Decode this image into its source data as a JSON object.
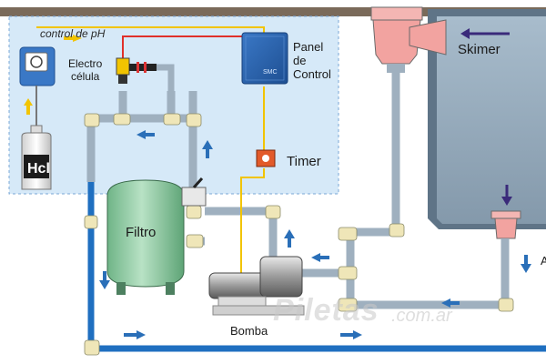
{
  "labels": {
    "control_ph": "control de pH",
    "electro_celula_1": "Electro",
    "electro_celula_2": "célula",
    "panel_1": "Panel",
    "panel_2": "de",
    "panel_3": "Control",
    "timer": "Timer",
    "skimer": "Skimer",
    "hcl": "Hcl",
    "filtro": "Filtro",
    "bomba": "Bomba",
    "edge_letter": "A",
    "panel_brand": "SMC"
  },
  "watermark": {
    "main": "Piletas",
    "domain": ".com.ar"
  },
  "colors": {
    "control_zone": "#d6e9f8",
    "pool_water": "#8fa6b8",
    "pool_wall": "#5f7487",
    "pipe_grey": "#9fb0bf",
    "pipe_fitting": "#efe6b8",
    "pipe_blue": "#1f6fc0",
    "flow_arrow": "#2a6fb8",
    "red_wire": "#e0302a",
    "yellow_wire": "#f2c400",
    "panel": "#2a5ea8",
    "skimmer": "#f2a3a0",
    "filter": "#8fc9a0",
    "timer_box": "#e25a2a"
  }
}
